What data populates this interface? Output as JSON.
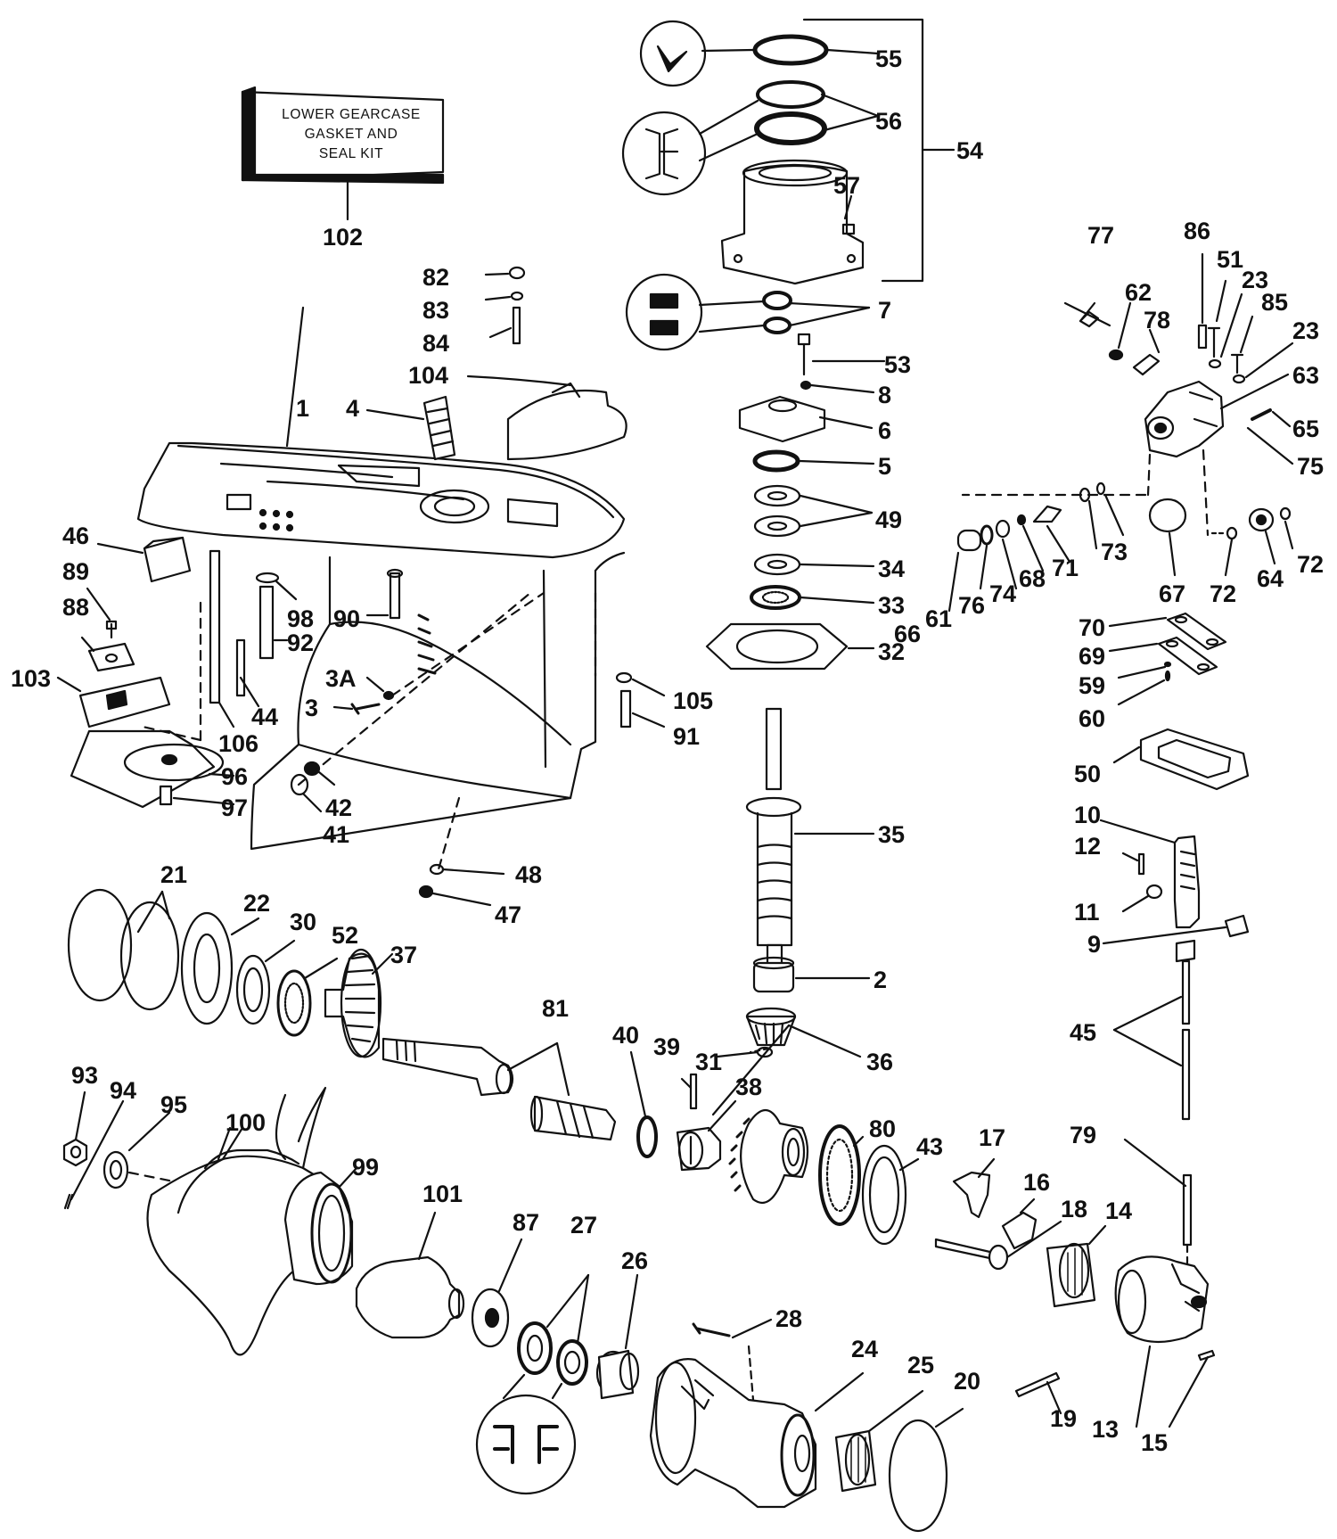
{
  "kit_box": {
    "lines": [
      "LOWER GEARCASE",
      "GASKET AND",
      "SEAL KIT"
    ]
  },
  "colors": {
    "ink": "#111111",
    "paper": "#ffffff"
  },
  "callouts": {
    "c1": "1",
    "c2": "2",
    "c3": "3",
    "c3a": "3A",
    "c4": "4",
    "c5": "5",
    "c6": "6",
    "c7": "7",
    "c8": "8",
    "c9": "9",
    "c10": "10",
    "c11": "11",
    "c12": "12",
    "c13": "13",
    "c14": "14",
    "c15": "15",
    "c16": "16",
    "c17": "17",
    "c18": "18",
    "c19": "19",
    "c20": "20",
    "c21": "21",
    "c22": "22",
    "c23a": "23",
    "c23b": "23",
    "c24": "24",
    "c25": "25",
    "c26": "26",
    "c27": "27",
    "c28": "28",
    "c30": "30",
    "c31": "31",
    "c32": "32",
    "c33": "33",
    "c34": "34",
    "c35": "35",
    "c36": "36",
    "c37": "37",
    "c38": "38",
    "c39": "39",
    "c40": "40",
    "c41": "41",
    "c42": "42",
    "c43": "43",
    "c44": "44",
    "c45": "45",
    "c46": "46",
    "c47": "47",
    "c48": "48",
    "c49": "49",
    "c50": "50",
    "c51": "51",
    "c52": "52",
    "c53": "53",
    "c54": "54",
    "c55": "55",
    "c56": "56",
    "c57": "57",
    "c59": "59",
    "c60": "60",
    "c61": "61",
    "c62": "62",
    "c63": "63",
    "c64": "64",
    "c65": "65",
    "c66": "66",
    "c67": "67",
    "c68": "68",
    "c69": "69",
    "c70": "70",
    "c71": "71",
    "c72a": "72",
    "c72b": "72",
    "c73": "73",
    "c74": "74",
    "c75": "75",
    "c76": "76",
    "c77": "77",
    "c78": "78",
    "c79": "79",
    "c80": "80",
    "c81": "81",
    "c82": "82",
    "c83": "83",
    "c84": "84",
    "c85": "85",
    "c86": "86",
    "c87": "87",
    "c88": "88",
    "c89": "89",
    "c90": "90",
    "c91": "91",
    "c92": "92",
    "c93": "93",
    "c94": "94",
    "c95": "95",
    "c96": "96",
    "c97": "97",
    "c98": "98",
    "c99": "99",
    "c100": "100",
    "c101": "101",
    "c102": "102",
    "c103": "103",
    "c104": "104",
    "c105": "105",
    "c106": "106"
  }
}
